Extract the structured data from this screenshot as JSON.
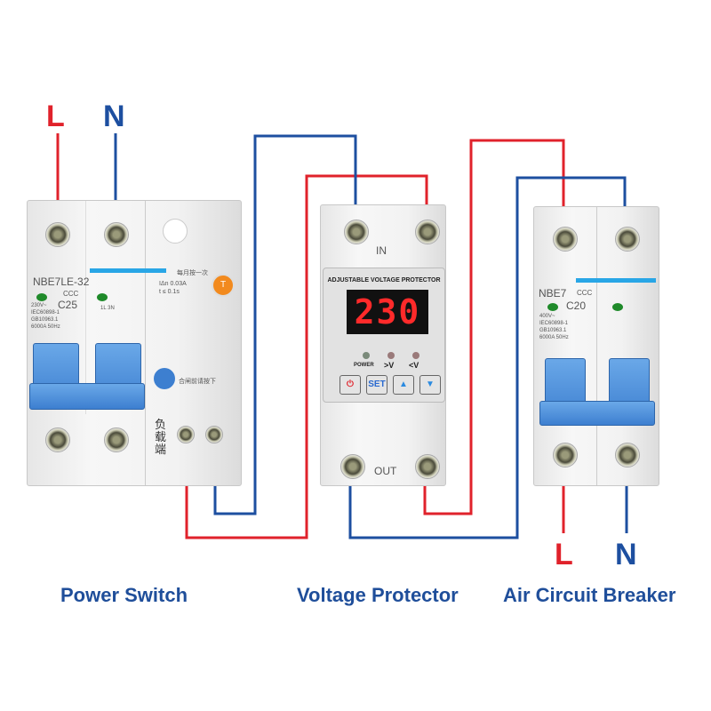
{
  "wire_labels": {
    "top_l": "L",
    "top_n": "N",
    "bottom_l": "L",
    "bottom_n": "N"
  },
  "colors": {
    "live": "#e0222b",
    "neutral": "#1d4fa0",
    "caption": "#1f4e9a"
  },
  "captions": {
    "power_switch": "Power Switch",
    "voltage_protector": "Voltage Protector",
    "air_breaker": "Air Circuit Breaker"
  },
  "power_switch": {
    "model": "NBE7LE-32",
    "cert": "CCC",
    "rating": "C25",
    "spec1": "230V~",
    "spec2": "IEC60898-1",
    "spec3": "GB10963.1",
    "spec4": "6000A 50Hz",
    "pole_marks": "1L 3N",
    "test_note": "每月按一次",
    "leak": "IΔn 0.03A",
    "time": "t ≤ 0.1s",
    "test_button": "T",
    "reset_note": "合闸前请按下",
    "load_label": "负载端"
  },
  "voltage_protector": {
    "in_label": "IN",
    "out_label": "OUT",
    "title": "ADJUSTABLE VOLTAGE PROTECTOR",
    "display": "230",
    "leds": [
      "POWER",
      ">V",
      "<V"
    ],
    "buttons": {
      "power": "⏻",
      "set": "SET",
      "up": "▲",
      "down": "▼"
    }
  },
  "air_breaker": {
    "model": "NBE7",
    "cert": "CCC",
    "rating": "C20",
    "spec1": "400V~",
    "spec2": "IEC60898-1",
    "spec3": "GB10963.1",
    "spec4": "6000A 50Hz"
  }
}
